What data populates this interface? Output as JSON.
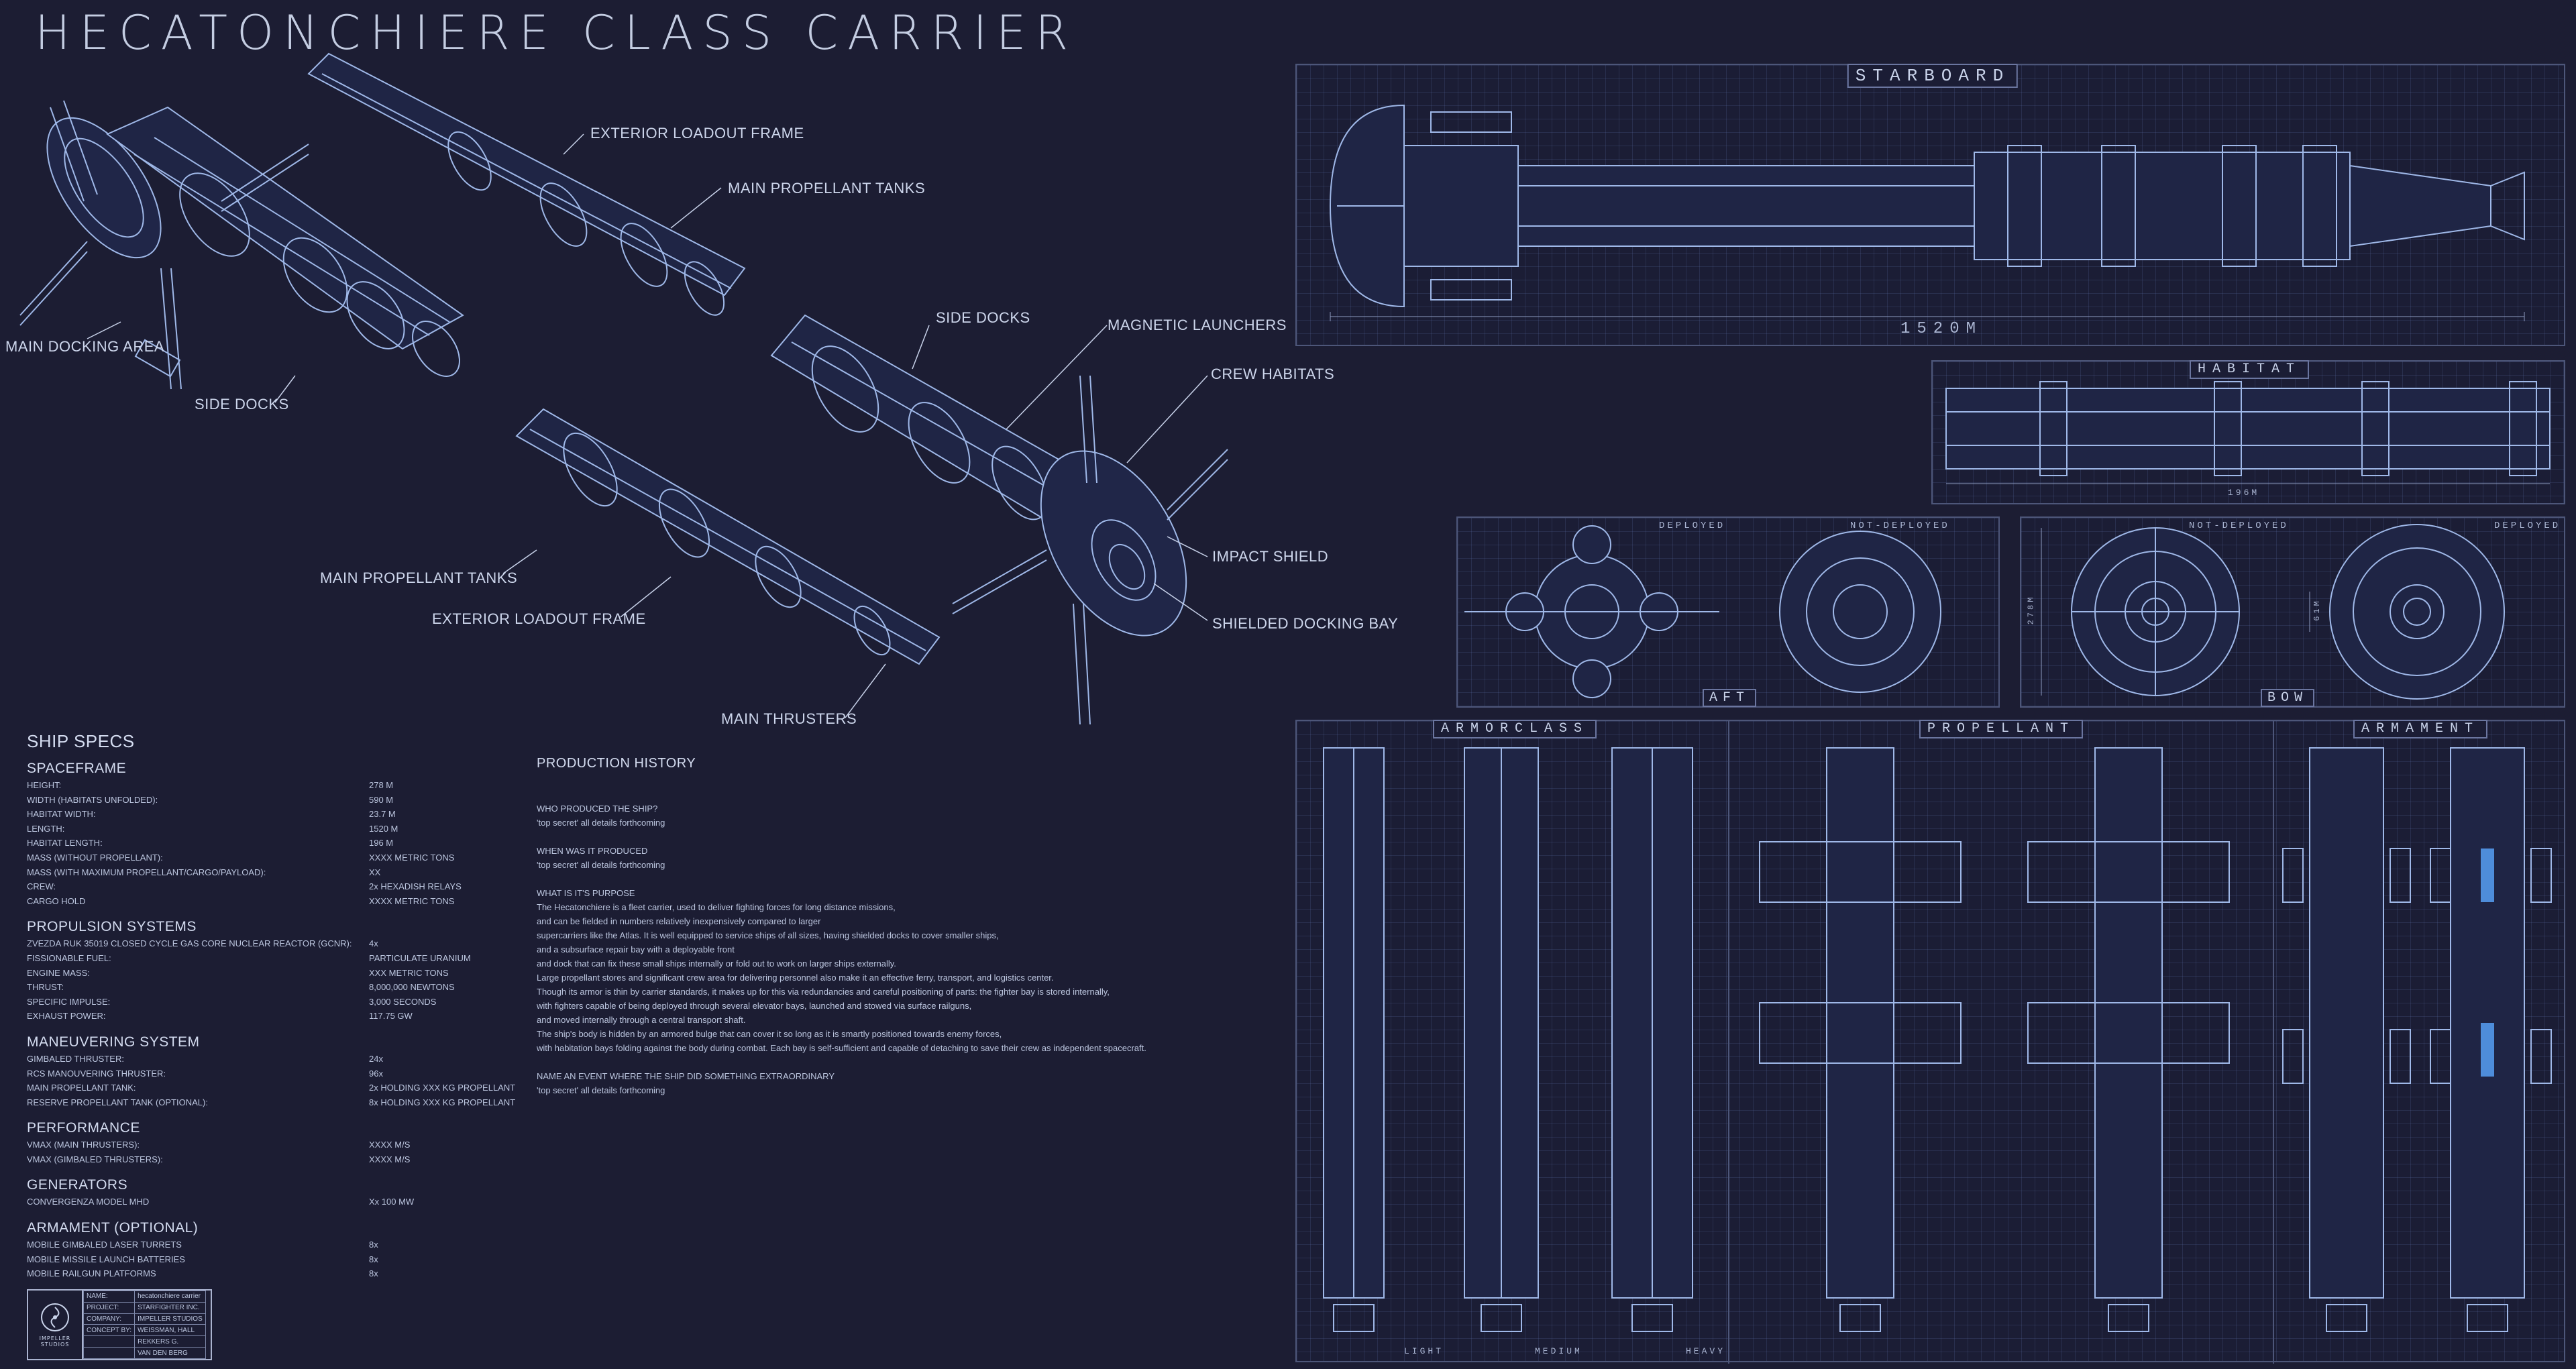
{
  "title": "HECATONCHIERE CLASS CARRIER",
  "callouts": {
    "exterior_loadout_frame_top": "EXTERIOR LOADOUT FRAME",
    "main_propellant_tanks_top": "MAIN PROPELLANT TANKS",
    "main_docking_area": "MAIN DOCKING AREA",
    "side_docks_left": "SIDE DOCKS",
    "side_docks_mid": "SIDE DOCKS",
    "magnetic_launchers": "MAGNETIC LAUNCHERS",
    "crew_habitats": "CREW HABITATS",
    "main_propellant_tanks_bottom": "MAIN PROPELLANT TANKS",
    "exterior_loadout_frame_bottom": "EXTERIOR LOADOUT FRAME",
    "impact_shield": "IMPACT SHIELD",
    "shielded_docking_bay": "SHIELDED DOCKING BAY",
    "main_thrusters": "MAIN THRUSTERS"
  },
  "panels": {
    "starboard": {
      "label": "STARBOARD",
      "dimension": "1520M"
    },
    "habitat": {
      "label": "HABITAT",
      "dimension": "196M"
    },
    "aft": {
      "label": "AFT",
      "deployed": "DEPLOYED",
      "not_deployed": "NOT-DEPLOYED"
    },
    "bow": {
      "label": "BOW",
      "deployed": "DEPLOYED",
      "not_deployed": "NOT-DEPLOYED",
      "dim_left": "278M",
      "dim_right": "61M"
    },
    "armorclass": {
      "label": "ARMORCLASS",
      "light": "LIGHT",
      "medium": "MEDIUM",
      "heavy": "HEAVY"
    },
    "propellant": {
      "label": "PROPELLANT"
    },
    "armament": {
      "label": "ARMAMENT"
    }
  },
  "specs": {
    "heading": "SHIP SPECS",
    "sections": [
      {
        "title": "SPACEFRAME",
        "rows": [
          [
            "HEIGHT:",
            "278 M"
          ],
          [
            "WIDTH (HABITATS UNFOLDED):",
            "590 M"
          ],
          [
            "HABITAT WIDTH:",
            "23.7 M"
          ],
          [
            "LENGTH:",
            "1520 M"
          ],
          [
            "HABITAT LENGTH:",
            "196 M"
          ],
          [
            "MASS (WITHOUT PROPELLANT):",
            "XXXX METRIC TONS"
          ],
          [
            "MASS (WITH MAXIMUM PROPELLANT/CARGO/PAYLOAD):",
            "XX"
          ],
          [
            "CREW:",
            "2x HEXADISH RELAYS"
          ],
          [
            "CARGO HOLD",
            "XXXX METRIC TONS"
          ]
        ]
      },
      {
        "title": "PROPULSION SYSTEMS",
        "rows": [
          [
            "ZVEZDA RUK 35019  CLOSED CYCLE GAS CORE NUCLEAR REACTOR (GCNR):",
            "4x"
          ],
          [
            "FISSIONABLE FUEL:",
            "PARTICULATE URANIUM"
          ],
          [
            "ENGINE MASS:",
            "XXX METRIC TONS"
          ],
          [
            "THRUST:",
            "8,000,000 NEWTONS"
          ],
          [
            "SPECIFIC IMPULSE:",
            "3,000 SECONDS"
          ],
          [
            "EXHAUST POWER:",
            "117.75 GW"
          ]
        ]
      },
      {
        "title": "MANEUVERING SYSTEM",
        "rows": [
          [
            "GIMBALED THRUSTER:",
            "24x"
          ],
          [
            "RCS MANOUVERING THRUSTER:",
            "96x"
          ],
          [
            "MAIN PROPELLANT TANK:",
            "2x HOLDING  XXX KG PROPELLANT"
          ],
          [
            "RESERVE PROPELLANT TANK (OPTIONAL):",
            "8x HOLDING XXX KG PROPELLANT"
          ]
        ]
      },
      {
        "title": "PERFORMANCE",
        "rows": [
          [
            "VMAX (MAIN THRUSTERS):",
            "XXXX M/S"
          ],
          [
            "VMAX (GIMBALED THRUSTERS):",
            "XXXX M/S"
          ]
        ]
      },
      {
        "title": "GENERATORS",
        "rows": [
          [
            "CONVERGENZA MODEL MHD",
            "Xx 100 MW"
          ]
        ]
      },
      {
        "title": "ARMAMENT (OPTIONAL)",
        "rows": [
          [
            "MOBILE GIMBALED LASER TURRETS",
            "8x"
          ],
          [
            "MOBILE MISSILE LAUNCH BATTERIES",
            "8x"
          ],
          [
            "MOBILE RAILGUN PLATFORMS",
            "8x"
          ]
        ]
      }
    ]
  },
  "history": {
    "heading": "PRODUCTION HISTORY",
    "q1": "WHO PRODUCED THE SHIP?",
    "a1": "'top secret' all details forthcoming",
    "q2": "WHEN WAS IT PRODUCED",
    "a2": "'top secret' all details forthcoming",
    "q3": "WHAT IS IT'S PURPOSE",
    "purpose": [
      "The Hecatonchiere is a fleet carrier, used to deliver fighting forces for long distance missions,",
      "and can be fielded in numbers relatively inexpensively compared to larger",
      "supercarriers like the Atlas. It is well equipped to service ships of all sizes, having shielded docks to cover smaller ships,",
      "and a subsurface repair bay with a deployable front",
      "and dock that can fix these small ships internally or fold out to work on larger ships externally.",
      "Large propellant stores and significant crew area for delivering personnel also make it an effective ferry, transport, and logistics center.",
      "Though its armor is thin by carrier standards, it makes up for this via redundancies and careful positioning of parts: the fighter bay is stored internally,",
      "with fighters capable of being deployed through several elevator bays, launched and stowed via surface railguns,",
      "and moved internally through a central transport shaft.",
      "The ship's body is hidden by an armored bulge that can cover it so long as it is smartly positioned towards enemy forces,",
      "with habitation bays folding against the body during combat. Each bay is self-sufficient and capable of detaching to save their crew as independent spacecraft."
    ],
    "q4": "NAME AN EVENT WHERE THE SHIP DID SOMETHING EXTRAORDINARY",
    "a4": "'top secret' all details forthcoming"
  },
  "credits": {
    "logo_text": "IMPELLER STUDIOS",
    "rows": [
      [
        "NAME:",
        "hecatonchiere carrier"
      ],
      [
        "PROJECT:",
        "STARFIGHTER INC."
      ],
      [
        "COMPANY:",
        "IMPELLER STUDIOS"
      ],
      [
        "CONCEPT BY:",
        "WEISSMAN, HALL"
      ],
      [
        "",
        "REKKERS G."
      ],
      [
        "",
        "VAN DEN BERG"
      ]
    ]
  },
  "colors": {
    "background": "#1c1d33",
    "line": "#9fb8e8",
    "highlight": "#5aa8ff",
    "panel_border": "#4d5679"
  }
}
